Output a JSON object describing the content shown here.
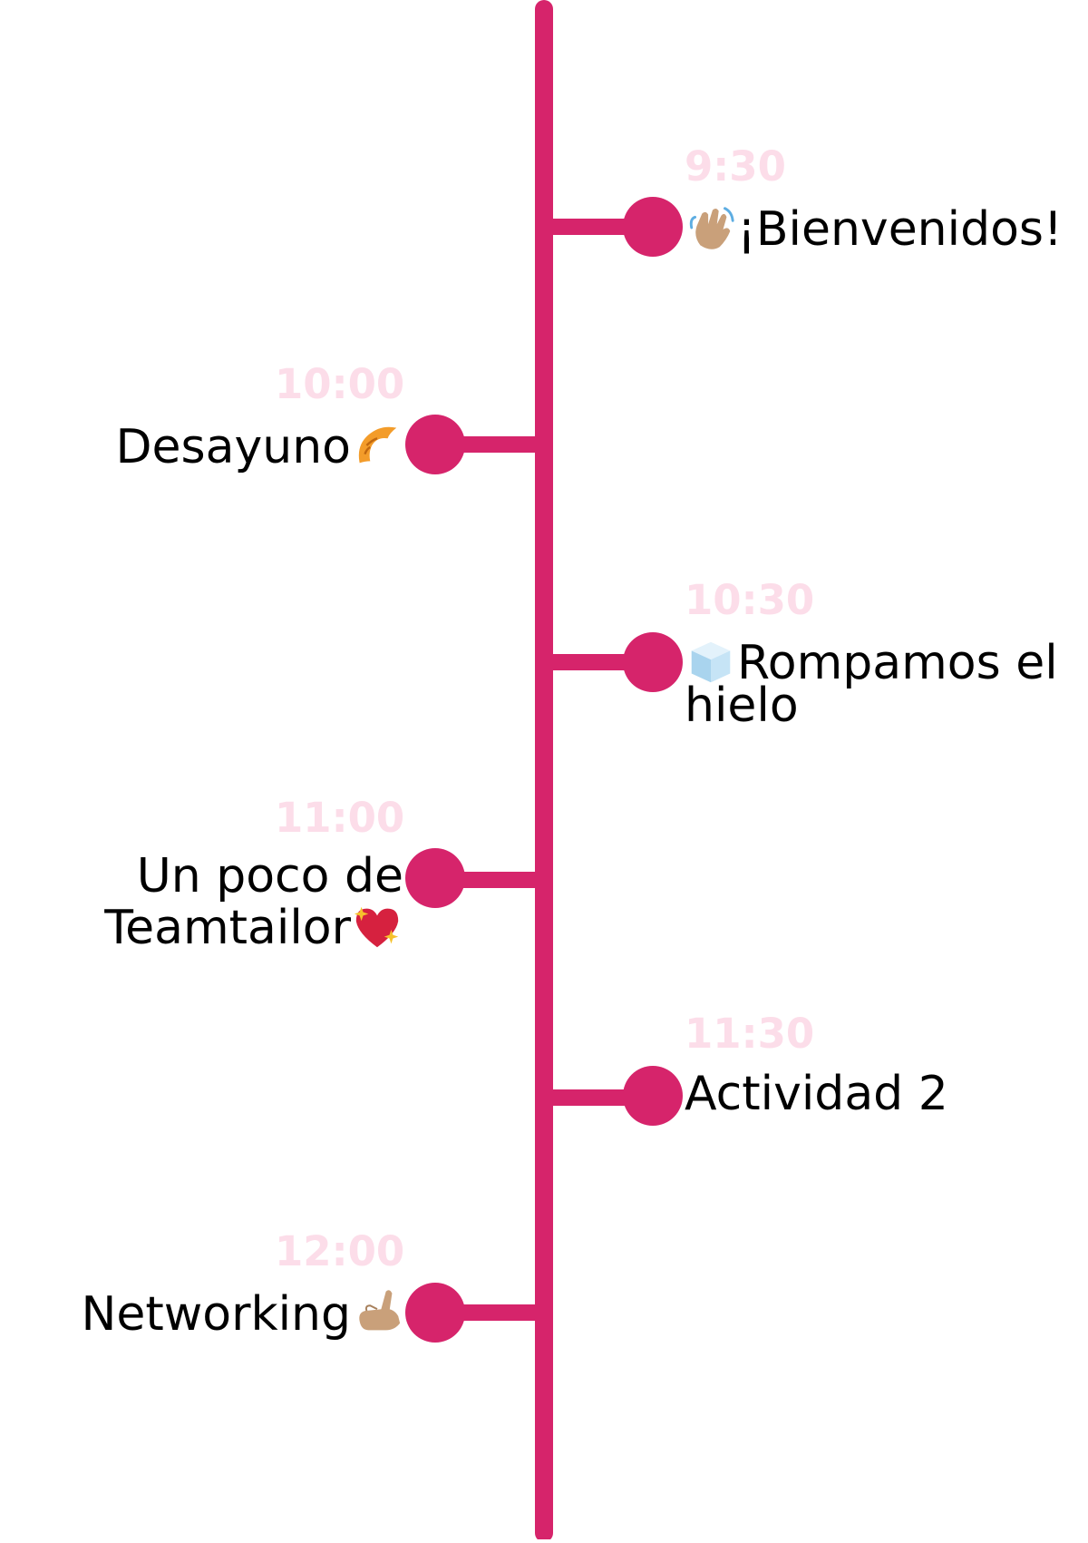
{
  "colors": {
    "line": "#d6246b",
    "time": "#fcdde9",
    "text": "#000000"
  },
  "events": [
    {
      "time": "9:30",
      "side": "right",
      "label": "¡Bienvenidos!",
      "icon": "waving-hand-icon"
    },
    {
      "time": "10:00",
      "side": "left",
      "label": "Desayuno",
      "icon": "croissant-icon"
    },
    {
      "time": "10:30",
      "side": "right",
      "label_lines": [
        "Rompamos el",
        "hielo"
      ],
      "icon": "ice-cube-icon"
    },
    {
      "time": "11:00",
      "side": "left",
      "label_lines": [
        "Un poco de",
        "Teamtailor"
      ],
      "icon": "sparkling-heart-icon"
    },
    {
      "time": "11:30",
      "side": "right",
      "label": "Actividad 2",
      "icon": ""
    },
    {
      "time": "12:00",
      "side": "left",
      "label": "Networking",
      "icon": "call-me-hand-icon"
    }
  ]
}
